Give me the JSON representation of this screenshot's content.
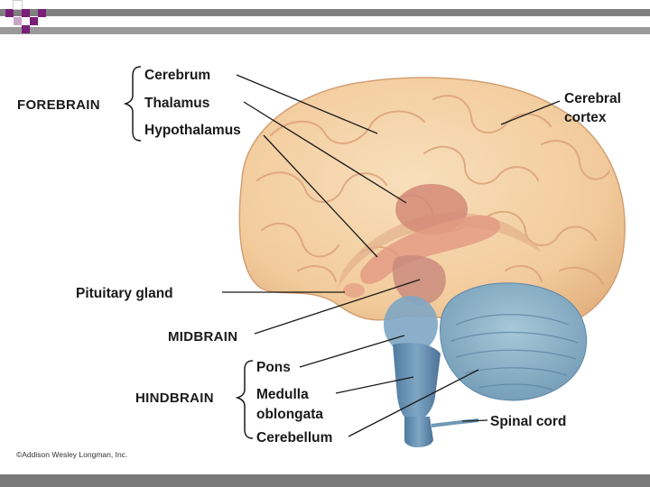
{
  "diagram": {
    "groups": {
      "forebrain": "FOREBRAIN",
      "midbrain": "MIDBRAIN",
      "hindbrain": "HINDBRAIN"
    },
    "labels": {
      "cerebrum": "Cerebrum",
      "thalamus": "Thalamus",
      "hypothalamus": "Hypothalamus",
      "cerebral_cortex_1": "Cerebral",
      "cerebral_cortex_2": "cortex",
      "pituitary_gland": "Pituitary gland",
      "pons": "Pons",
      "medulla_1": "Medulla",
      "medulla_2": "oblongata",
      "cerebellum": "Cerebellum",
      "spinal_cord": "Spinal cord"
    },
    "copyright": "©Addison Wesley Longman, Inc."
  },
  "colors": {
    "brain": "#f4d2a6",
    "brain_fold": "#d99c73",
    "thalamus": "#d48a78",
    "hypothalamus": "#e0a283",
    "cerebellum": "#8fb4c8",
    "brainstem": "#5f86a8",
    "accent_purple": "#7a1e78"
  }
}
